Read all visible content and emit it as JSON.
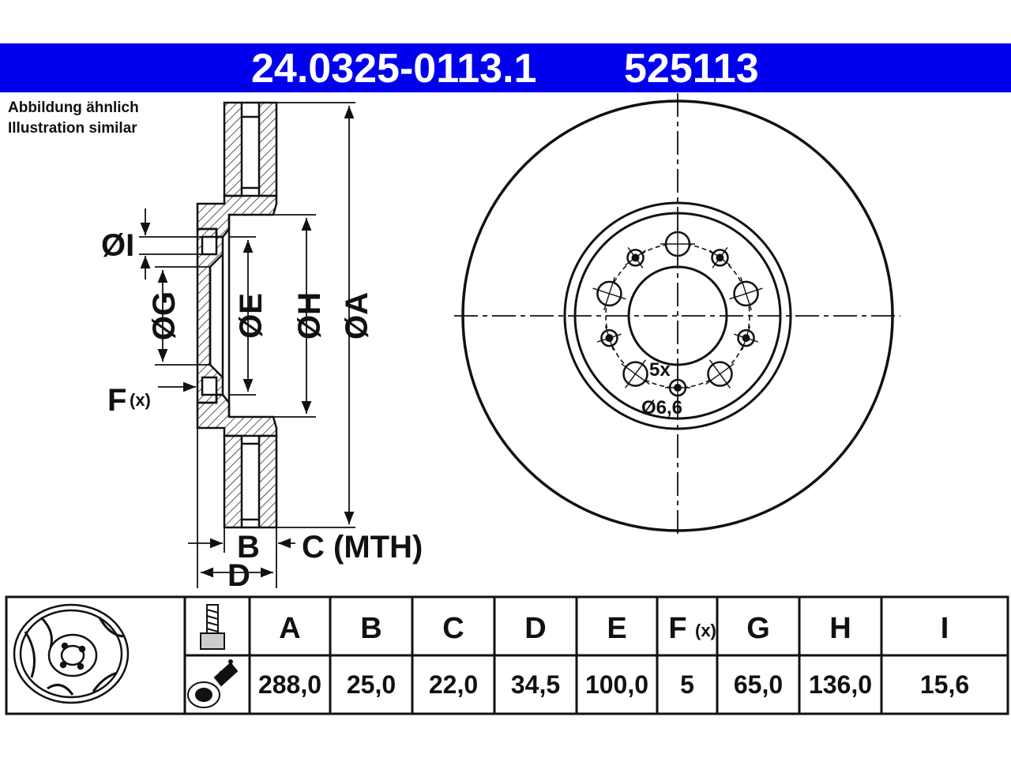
{
  "header": {
    "part_number": "24.0325-0113.1",
    "ref_number": "525113",
    "background": "#0000ee"
  },
  "note": {
    "line_de": "Abbildung ähnlich",
    "line_en": "Illustration similar"
  },
  "dimensions": {
    "A": "ØA",
    "E": "ØE",
    "G": "ØG",
    "H": "ØH",
    "I": "ØI",
    "F": "F",
    "F_suffix": "(x)",
    "B": "B",
    "C": "C (MTH)",
    "D": "D",
    "holes_count": "5x",
    "holes_diameter": "Ø6,6"
  },
  "table": {
    "icons": [
      "brake-disc-icon",
      "bolt-icon",
      "grease-icon"
    ],
    "headers": [
      "A",
      "B",
      "C",
      "D",
      "E",
      "F",
      "G",
      "H",
      "I"
    ],
    "header_F_suffix": "(x)",
    "values": [
      "288,0",
      "25,0",
      "22,0",
      "34,5",
      "100,0",
      "5",
      "65,0",
      "136,0",
      "15,6"
    ]
  }
}
